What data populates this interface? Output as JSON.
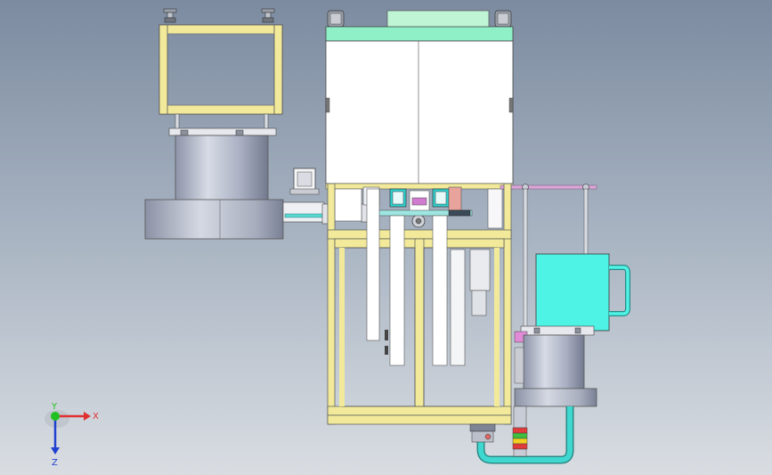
{
  "viewport": {
    "background_top": "#7c8ba0",
    "background_bottom": "#d9dde2"
  },
  "triad": {
    "x_label": "X",
    "y_label": "Y",
    "z_label": "Z",
    "x_color": "#e03030",
    "y_color": "#20c020",
    "z_color": "#2040d0"
  },
  "colors": {
    "frame_yellow": "#f2ea9a",
    "cyan": "#4ff3e6",
    "pipe_cyan": "#3fd8d0",
    "mint": "#8ff0c8",
    "steel": "#c8ccd6",
    "pink_rod": "#d9a6d6"
  }
}
